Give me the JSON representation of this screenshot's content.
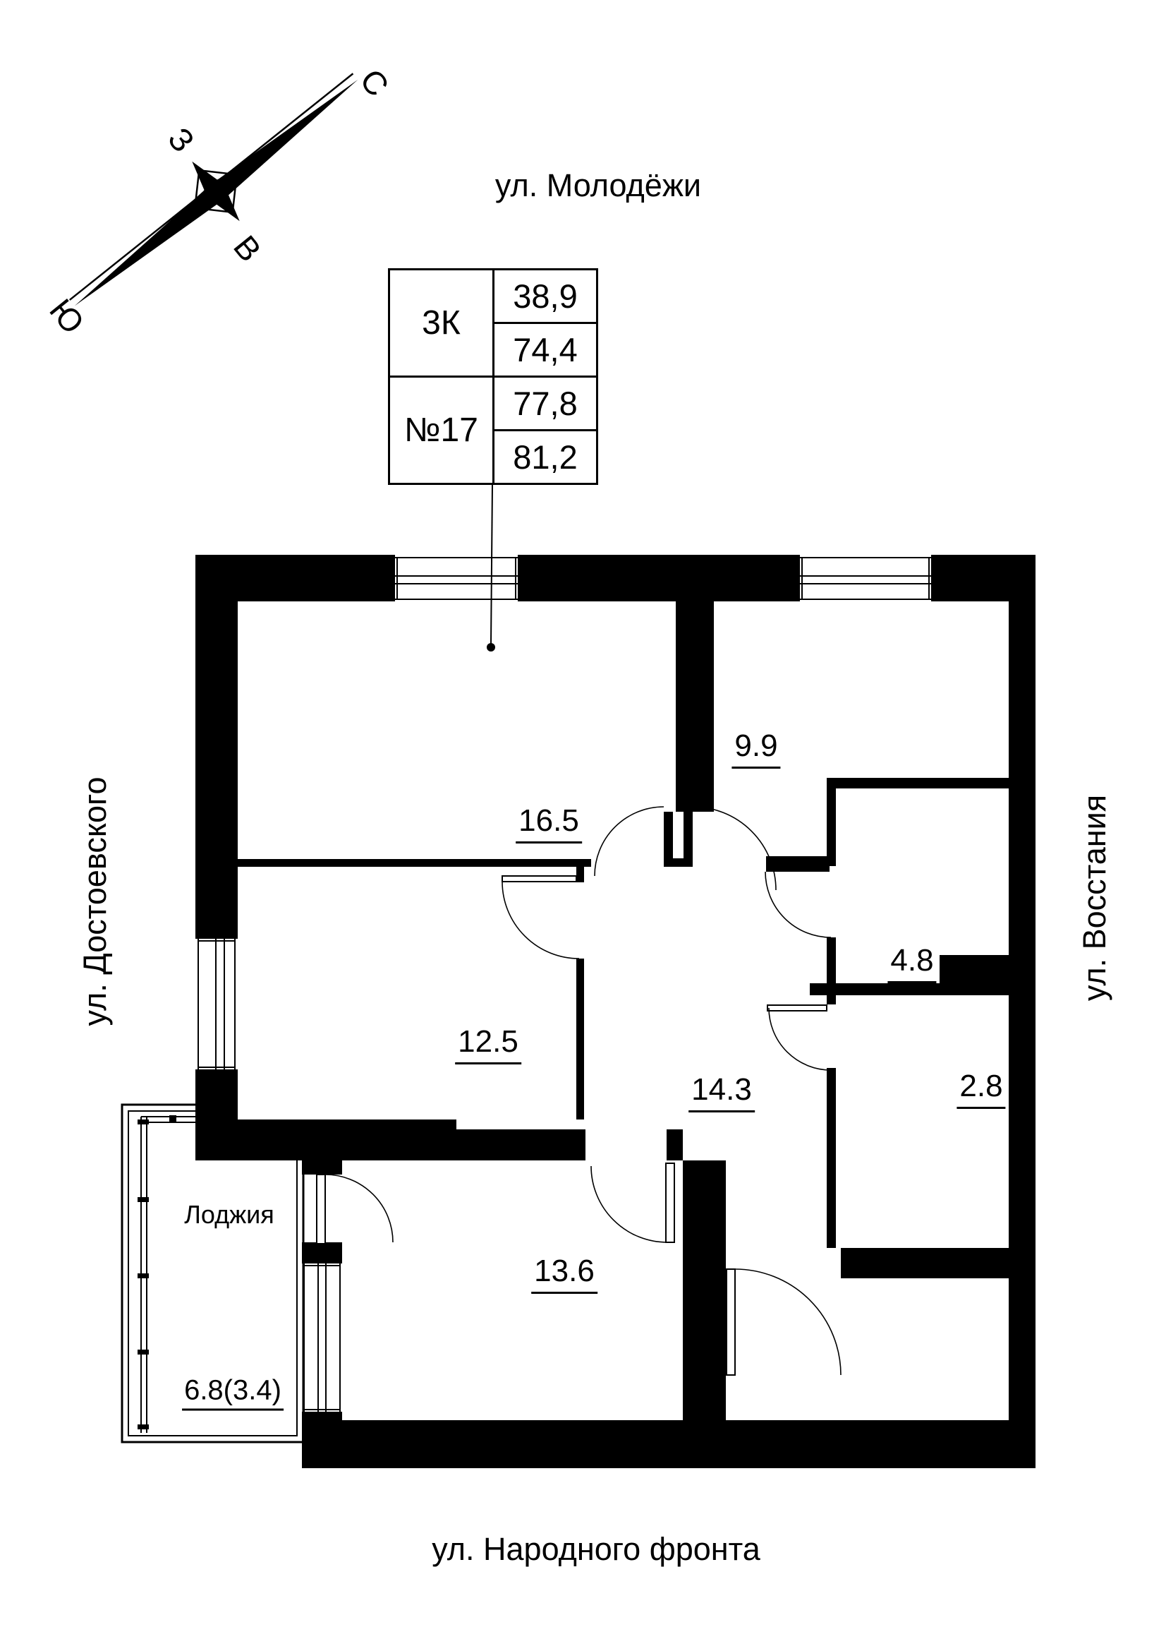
{
  "page_title": "Floor plan apartment №17",
  "compass": {
    "north": "С",
    "south": "Ю",
    "west": "З",
    "east": "В"
  },
  "streets": {
    "top": "ул. Молодёжи",
    "left": "ул. Достоевского",
    "right": "ул. Восстания",
    "bottom": "ул. Народного фронта"
  },
  "info_table": {
    "type_label": "3К",
    "number_label": "№17",
    "values": [
      "38,9",
      "74,4",
      "77,8",
      "81,2"
    ]
  },
  "rooms": [
    {
      "id": "room-16-5",
      "label": "16.5"
    },
    {
      "id": "room-9-9",
      "label": "9.9"
    },
    {
      "id": "room-12-5",
      "label": "12.5"
    },
    {
      "id": "room-14-3",
      "label": "14.3"
    },
    {
      "id": "room-4-8",
      "label": "4.8"
    },
    {
      "id": "room-2-8",
      "label": "2.8"
    },
    {
      "id": "room-13-6",
      "label": "13.6"
    }
  ],
  "loggia": {
    "name": "Лоджия",
    "area": "6.8(3.4)"
  },
  "colors": {
    "walls": "#000000",
    "background": "#ffffff",
    "text": "#000000"
  }
}
